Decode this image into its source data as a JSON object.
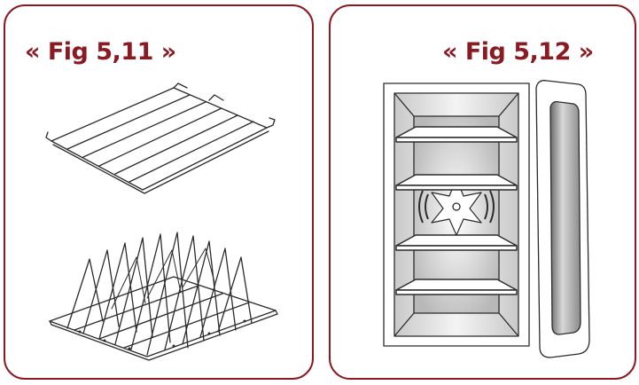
{
  "figures": [
    {
      "caption": "« Fig 5,11 »",
      "illustration": "oven-racks-wire-shelf-and-roasting-rack"
    },
    {
      "caption": "« Fig 5,12 »",
      "illustration": "oven-interior-shelves-fan-open-door"
    }
  ],
  "colors": {
    "border": "#8b1a22",
    "caption": "#8b1a22",
    "line": "#2b2b2b"
  }
}
